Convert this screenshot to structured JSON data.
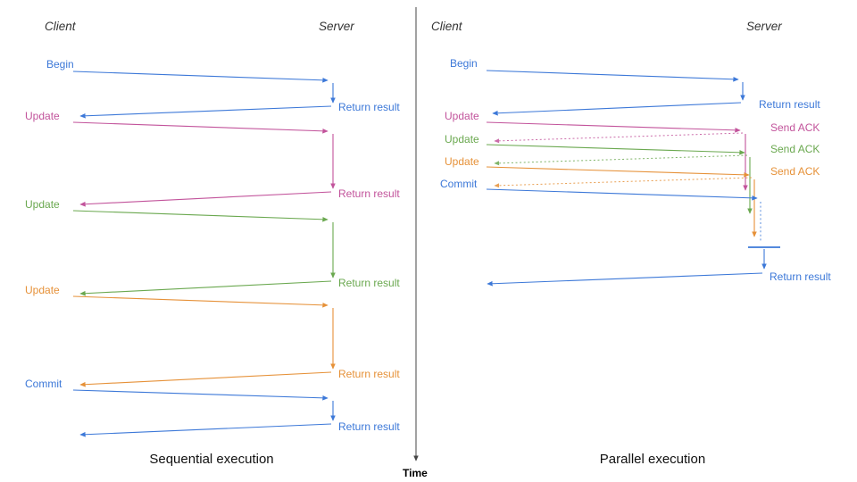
{
  "colors": {
    "blue": "#3C78D8",
    "pink": "#C2539B",
    "green": "#6AA84F",
    "orange": "#E69138",
    "axis": "#444444",
    "heading": "#333333",
    "caption": "#111111"
  },
  "time_axis": {
    "label": "Time"
  },
  "sequential": {
    "caption": "Sequential execution",
    "client_header": "Client",
    "server_header": "Server",
    "rounds": [
      {
        "request": "Begin",
        "response": "Return result",
        "color": "blue"
      },
      {
        "request": "Update",
        "response": "Return result",
        "color": "pink"
      },
      {
        "request": "Update",
        "response": "Return result",
        "color": "green"
      },
      {
        "request": "Update",
        "response": "Return result",
        "color": "orange"
      },
      {
        "request": "Commit",
        "response": "Return result",
        "color": "blue"
      }
    ]
  },
  "parallel": {
    "caption": "Parallel execution",
    "client_header": "Client",
    "server_header": "Server",
    "rounds": [
      {
        "request": "Begin",
        "response": "Return result",
        "color": "blue"
      },
      {
        "request": "Update",
        "ack": "Send ACK",
        "color": "pink"
      },
      {
        "request": "Update",
        "ack": "Send ACK",
        "color": "green"
      },
      {
        "request": "Update",
        "ack": "Send ACK",
        "color": "orange"
      },
      {
        "request": "Commit",
        "response": "Return result",
        "color": "blue"
      }
    ]
  }
}
